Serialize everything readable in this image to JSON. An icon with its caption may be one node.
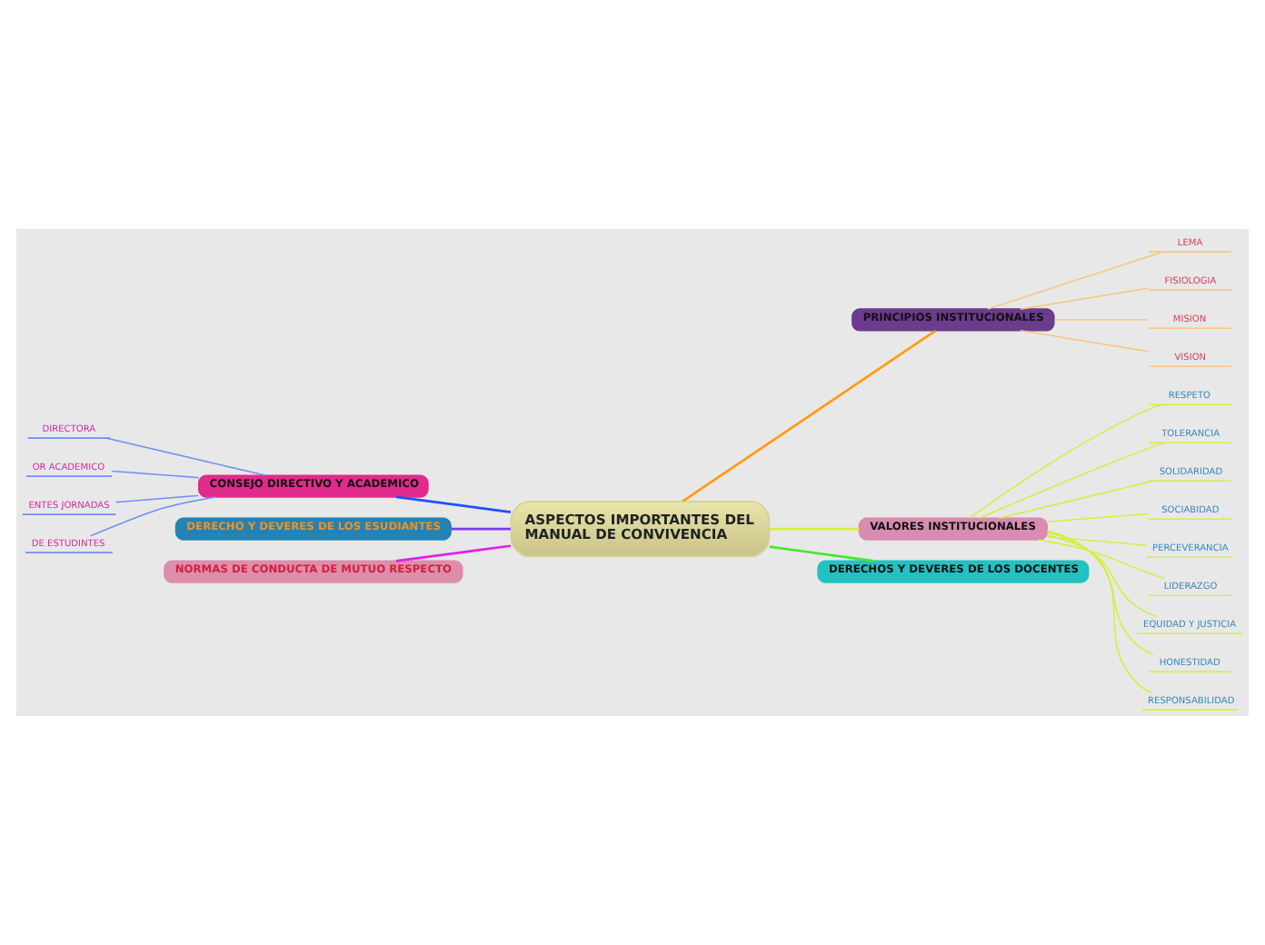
{
  "diagram": {
    "nodes": [
      {
        "text": [
          "ASPECTOS IMPORTANTES DEL MANUAL DE CONVIVENCIA"
        ]
      },
      {
        "text": [
          "PRINCIPIOS INSTITUCIONALES"
        ]
      },
      {
        "text": [
          "LEMA"
        ]
      },
      {
        "text": [
          "FISIOLOGIA"
        ]
      },
      {
        "text": [
          "MISION"
        ]
      },
      {
        "text": [
          "VISION"
        ]
      },
      {
        "text": [
          "VALORES INSTITUCIONALES"
        ]
      },
      {
        "text": [
          "RESPETO"
        ]
      },
      {
        "text": [
          "TOLERANCIA"
        ]
      },
      {
        "text": [
          "SOLIDARIDAD"
        ]
      },
      {
        "text": [
          "SOCIABIDAD"
        ]
      },
      {
        "text": [
          "PERCEVERANCIA"
        ]
      },
      {
        "text": [
          "LIDERAZGO"
        ]
      },
      {
        "text": [
          "EQUIDAD Y JUSTICIA"
        ]
      },
      {
        "text": [
          "HONESTIDAD"
        ]
      },
      {
        "text": [
          "RESPONSABILIDAD"
        ]
      },
      {
        "text": [
          "DERECHOS Y DEVERES DE LOS DOCENTES"
        ]
      },
      {
        "text": [
          "NORMAS DE CONDUCTA DE MUTUO RESPECTO"
        ]
      },
      {
        "text": [
          "DERECHO Y DEVERES DE LOS ESUDIANTES"
        ]
      },
      {
        "text": [
          "CONSEJO DIRECTIVO Y ACADEMICO"
        ]
      },
      {
        "text": [
          "DIRECTORA"
        ]
      },
      {
        "text": [
          "OR ACADEMICO"
        ]
      },
      {
        "text": [
          "ENTES JORNADAS"
        ]
      },
      {
        "text": [
          "DE ESTUDINTES"
        ]
      }
    ],
    "edges": [
      {
        "from": 0,
        "to": 1,
        "arrow": "none",
        "color": "#ff9a10"
      },
      {
        "from": 1,
        "to": 2,
        "arrow": "none",
        "color": "#f8c67e"
      },
      {
        "from": 1,
        "to": 3,
        "arrow": "none",
        "color": "#f8c67e"
      },
      {
        "from": 1,
        "to": 4,
        "arrow": "none",
        "color": "#f8c67e"
      },
      {
        "from": 1,
        "to": 5,
        "arrow": "none",
        "color": "#f8c67e"
      },
      {
        "from": 0,
        "to": 6,
        "arrow": "none"
      },
      {
        "from": 6,
        "to": 7,
        "arrow": "none"
      },
      {
        "from": 6,
        "to": 8,
        "arrow": "none"
      },
      {
        "from": 6,
        "to": 9,
        "arrow": "none"
      },
      {
        "from": 6,
        "to": 10,
        "arrow": "none"
      },
      {
        "from": 6,
        "to": 11,
        "arrow": "none"
      },
      {
        "from": 6,
        "to": 12,
        "arrow": "none"
      },
      {
        "from": 6,
        "to": 13,
        "arrow": "none"
      },
      {
        "from": 6,
        "to": 14,
        "arrow": "none"
      },
      {
        "from": 6,
        "to": 15,
        "arrow": "none"
      },
      {
        "from": 0,
        "to": 16,
        "arrow": "none",
        "color": "#44e82c"
      },
      {
        "from": 19,
        "to": 0,
        "arrow": "none",
        "color": "#1e50ff"
      },
      {
        "from": 18,
        "to": 0,
        "arrow": "none",
        "color": "#7c3cf0"
      },
      {
        "from": 17,
        "to": 0,
        "arrow": "none",
        "color": "#e020e8"
      },
      {
        "from": 20,
        "to": 19,
        "arrow": "none",
        "color": "#6e8ef4"
      },
      {
        "from": 21,
        "to": 19,
        "arrow": "none",
        "color": "#6e8ef4"
      },
      {
        "from": 22,
        "to": 19,
        "arrow": "none",
        "color": "#6e8ef4"
      },
      {
        "from": 23,
        "to": 19,
        "arrow": "none",
        "color": "#6e8ef4"
      }
    ]
  }
}
